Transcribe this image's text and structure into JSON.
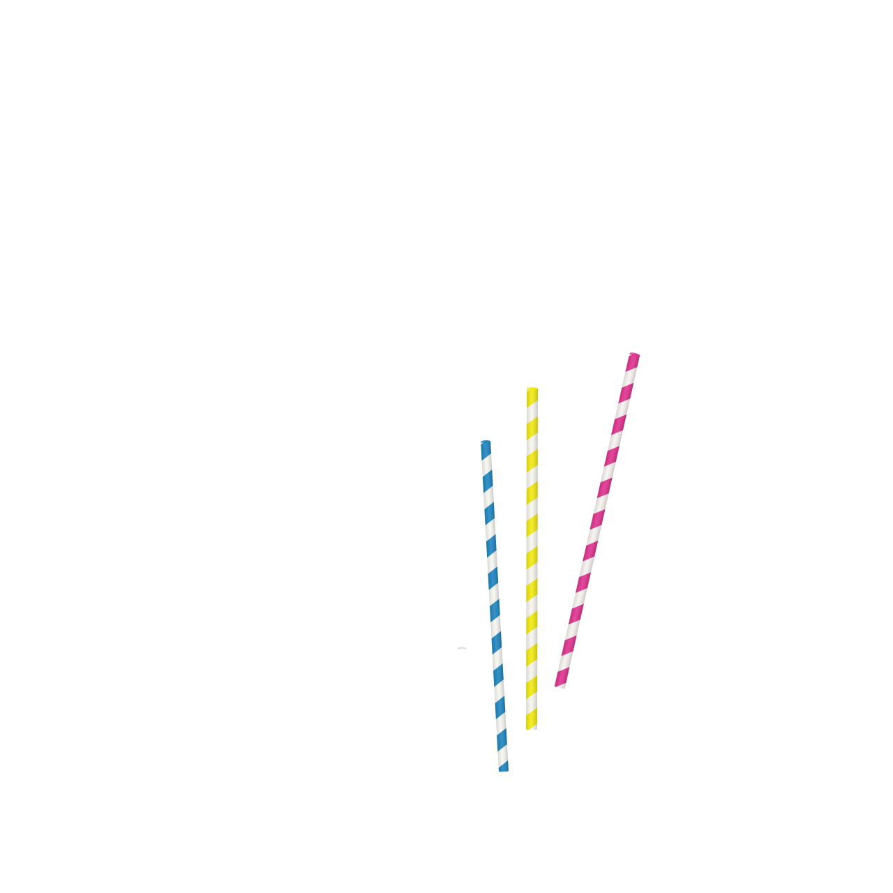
{
  "scene": {
    "background": "#ffffff",
    "straws": [
      {
        "name": "blue-striped-straw",
        "stripe_color": "#1f86c0",
        "base_color": "#f7f7f2"
      },
      {
        "name": "yellow-striped-straw",
        "stripe_color": "#f2ea12",
        "base_color": "#f7f7ef"
      },
      {
        "name": "pink-striped-straw",
        "stripe_color": "#e0338f",
        "base_color": "#f7f3f0"
      }
    ]
  }
}
